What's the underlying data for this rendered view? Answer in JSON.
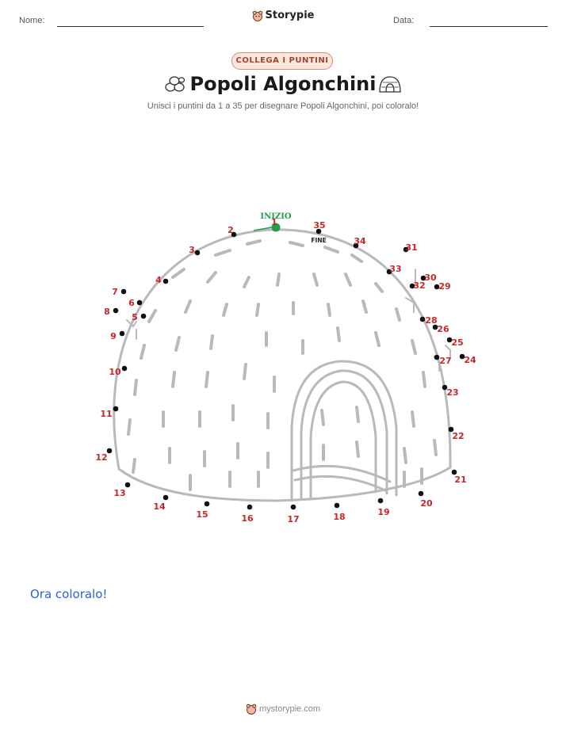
{
  "header": {
    "name_label": "Nome:",
    "date_label": "Data:",
    "brand": "Storypie"
  },
  "activity": {
    "badge": "COLLEGA I PUNTINI",
    "title": "Popoli Algonchini",
    "instructions": "Unisci i puntini da 1 a 35 per disegnare Popoli Algonchini, poi coloralo!",
    "start_label": "INIZIO",
    "end_label": "FINE",
    "title_icons": [
      "rock-pile-icon",
      "igloo-icon"
    ]
  },
  "dots": [
    {
      "n": "1"
    },
    {
      "n": "2"
    },
    {
      "n": "3"
    },
    {
      "n": "4"
    },
    {
      "n": "5"
    },
    {
      "n": "6"
    },
    {
      "n": "7"
    },
    {
      "n": "8"
    },
    {
      "n": "9"
    },
    {
      "n": "10"
    },
    {
      "n": "11"
    },
    {
      "n": "12"
    },
    {
      "n": "13"
    },
    {
      "n": "14"
    },
    {
      "n": "15"
    },
    {
      "n": "16"
    },
    {
      "n": "17"
    },
    {
      "n": "18"
    },
    {
      "n": "19"
    },
    {
      "n": "20"
    },
    {
      "n": "21"
    },
    {
      "n": "22"
    },
    {
      "n": "23"
    },
    {
      "n": "24"
    },
    {
      "n": "25"
    },
    {
      "n": "26"
    },
    {
      "n": "27"
    },
    {
      "n": "28"
    },
    {
      "n": "29"
    },
    {
      "n": "30"
    },
    {
      "n": "31"
    },
    {
      "n": "32"
    },
    {
      "n": "33"
    },
    {
      "n": "34"
    },
    {
      "n": "35"
    }
  ],
  "outro": "Ora coloralo!",
  "footer": "mystorypie.com",
  "colors": {
    "number": "#c62828",
    "dot": "#111111",
    "start": "#1e9e48",
    "outline": "#b9b9bd",
    "badge_border": "#e28a6d",
    "badge_bg": "#fde6de",
    "badge_text": "#a8432a",
    "link": "#2962d9"
  }
}
